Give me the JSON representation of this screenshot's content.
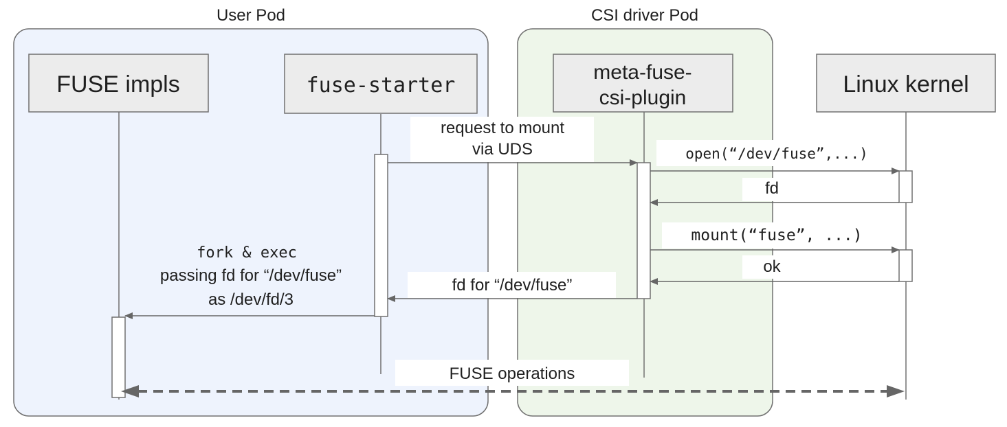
{
  "groups": {
    "user_pod": "User Pod",
    "csi_pod": "CSI driver Pod"
  },
  "participants": {
    "fuse_impls": "FUSE impls",
    "fuse_starter": "fuse-starter",
    "meta_fuse_line1": "meta-fuse-",
    "meta_fuse_line2": "csi-plugin",
    "linux_kernel": "Linux kernel"
  },
  "messages": {
    "request_line1": "request to mount",
    "request_line2": "via UDS",
    "open_call": "open(“/dev/fuse”,...)",
    "fd_return": "fd",
    "mount_call": "mount(“fuse”, ...)",
    "ok_return": "ok",
    "fd_for_dev_fuse": "fd for “/dev/fuse”",
    "fork_line1": "fork & exec",
    "fork_line2": "passing fd for “/dev/fuse”",
    "fork_line3": "as /dev/fd/3",
    "fuse_operations": "FUSE operations"
  },
  "colors": {
    "user_pod_fill": "#eef3fd",
    "csi_pod_fill": "#eef6ea",
    "box_fill": "#ececec",
    "line": "#666666"
  }
}
